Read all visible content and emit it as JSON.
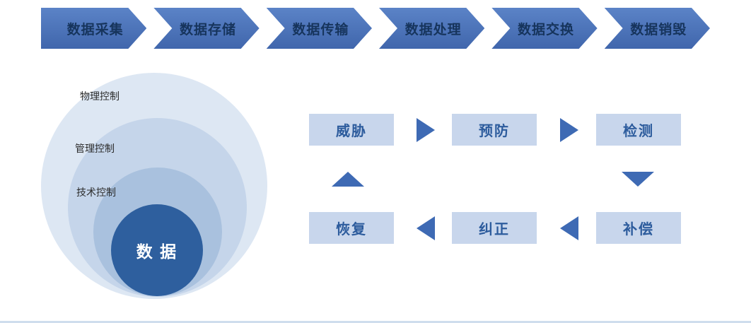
{
  "lifecycle": {
    "stages": [
      {
        "label": "数据采集"
      },
      {
        "label": "数据存储"
      },
      {
        "label": "数据传输"
      },
      {
        "label": "数据处理"
      },
      {
        "label": "数据交换"
      },
      {
        "label": "数据销毁"
      }
    ]
  },
  "controls": {
    "rings": [
      {
        "label": "物理控制"
      },
      {
        "label": "管理控制"
      },
      {
        "label": "技术控制"
      }
    ],
    "core_label": "数 据"
  },
  "cycle": {
    "boxes": {
      "threat": "威胁",
      "prevention": "预防",
      "detection": "检测",
      "recovery": "恢复",
      "correction": "纠正",
      "compensation": "补偿"
    }
  },
  "colors": {
    "chevron_fill": "#4a73bb",
    "chevron_text": "#16345c",
    "ring_outer": "#dde7f3",
    "ring_middle": "#c5d5ea",
    "ring_inner": "#a9c1de",
    "core_fill": "#2e5f9e",
    "core_text": "#ffffff",
    "cycle_box_fill": "#c8d6ec",
    "cycle_box_text": "#2d5c9d",
    "arrow_fill": "#3e6ab4"
  }
}
